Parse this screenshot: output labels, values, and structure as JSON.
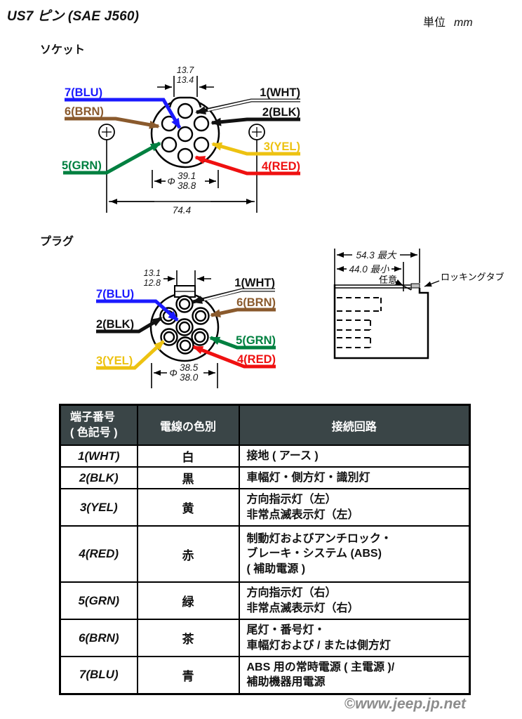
{
  "page": {
    "title": "US7 ピン (SAE J560)",
    "unit_label": "単位",
    "unit_value": "mm",
    "footer": "©www.jeep.jp.net"
  },
  "colors": {
    "blue": "#1b1aff",
    "brown": "#8a5a2d",
    "green": "#008040",
    "yellow": "#edc211",
    "red": "#ef1010",
    "black": "#111111",
    "table_header_bg": "#3a4547"
  },
  "socket": {
    "heading": "ソケット",
    "labels": {
      "p1": "1(WHT)",
      "p2": "2(BLK)",
      "p3": "3(YEL)",
      "p4": "4(RED)",
      "p5": "5(GRN)",
      "p6": "6(BRN)",
      "p7": "7(BLU)"
    },
    "dims": {
      "notch_max": "13.7",
      "notch_min": "13.4",
      "phi": "Φ",
      "dia_max": "39.1",
      "dia_min": "38.8",
      "overall": "74.4"
    }
  },
  "plug": {
    "heading": "プラグ",
    "labels": {
      "p1": "1(WHT)",
      "p2": "2(BLK)",
      "p3": "3(YEL)",
      "p4": "4(RED)",
      "p5": "5(GRN)",
      "p6": "6(BRN)",
      "p7": "7(BLU)"
    },
    "dims": {
      "notch_max": "13.1",
      "notch_min": "12.8",
      "phi": "Φ",
      "dia_max": "38.5",
      "dia_min": "38.0"
    }
  },
  "side_view": {
    "dim_max": "54.3 最大",
    "dim_min": "44.0 最小",
    "optional": "任意",
    "locking_tab": "ロッキングタブ"
  },
  "table": {
    "headers": [
      "端子番号\n( 色記号 )",
      "電線の色別",
      "接続回路"
    ],
    "rows": [
      {
        "terminal": "1(WHT)",
        "color": "白",
        "circuit": "接地 ( アース )"
      },
      {
        "terminal": "2(BLK)",
        "color": "黒",
        "circuit": "車幅灯・側方灯・識別灯"
      },
      {
        "terminal": "3(YEL)",
        "color": "黄",
        "circuit": "方向指示灯（左）\n非常点滅表示灯（左）"
      },
      {
        "terminal": "4(RED)",
        "color": "赤",
        "circuit": "制動灯およびアンチロック・\nブレーキ・システム (ABS)\n( 補助電源 )"
      },
      {
        "terminal": "5(GRN)",
        "color": "緑",
        "circuit": "方向指示灯（右）\n非常点滅表示灯（右）"
      },
      {
        "terminal": "6(BRN)",
        "color": "茶",
        "circuit": "尾灯・番号灯・\n車幅灯および / または側方灯"
      },
      {
        "terminal": "7(BLU)",
        "color": "青",
        "circuit": "ABS 用の常時電源 ( 主電源 )/\n補助機器用電源"
      }
    ]
  }
}
